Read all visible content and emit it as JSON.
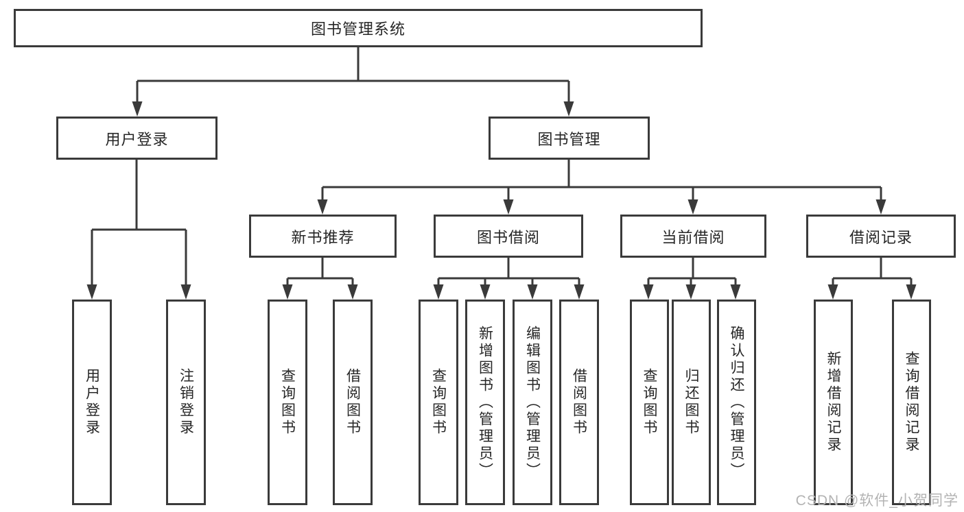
{
  "colors": {
    "line": "#3a3a3a",
    "text": "#262626",
    "wm": "#b3b3b3",
    "bg": "#ffffff"
  },
  "watermark": {
    "text": "CSDN @软件_小贺同学"
  },
  "tree": {
    "label": "图书管理系统",
    "children": [
      {
        "label": "用户登录",
        "children": [
          {
            "label": "用户登录"
          },
          {
            "label": "注销登录"
          }
        ]
      },
      {
        "label": "图书管理",
        "children": [
          {
            "label": "新书推荐",
            "children": [
              {
                "label": "查询图书"
              },
              {
                "label": "借阅图书"
              }
            ]
          },
          {
            "label": "图书借阅",
            "children": [
              {
                "label": "查询图书"
              },
              {
                "label": "新增图书（管理员）"
              },
              {
                "label": "编辑图书（管理员）"
              },
              {
                "label": "借阅图书"
              }
            ]
          },
          {
            "label": "当前借阅",
            "children": [
              {
                "label": "查询图书"
              },
              {
                "label": "归还图书"
              },
              {
                "label": "确认归还（管理员）"
              }
            ]
          },
          {
            "label": "借阅记录",
            "children": [
              {
                "label": "新增借阅记录"
              },
              {
                "label": "查询借阅记录"
              }
            ]
          }
        ]
      }
    ]
  }
}
